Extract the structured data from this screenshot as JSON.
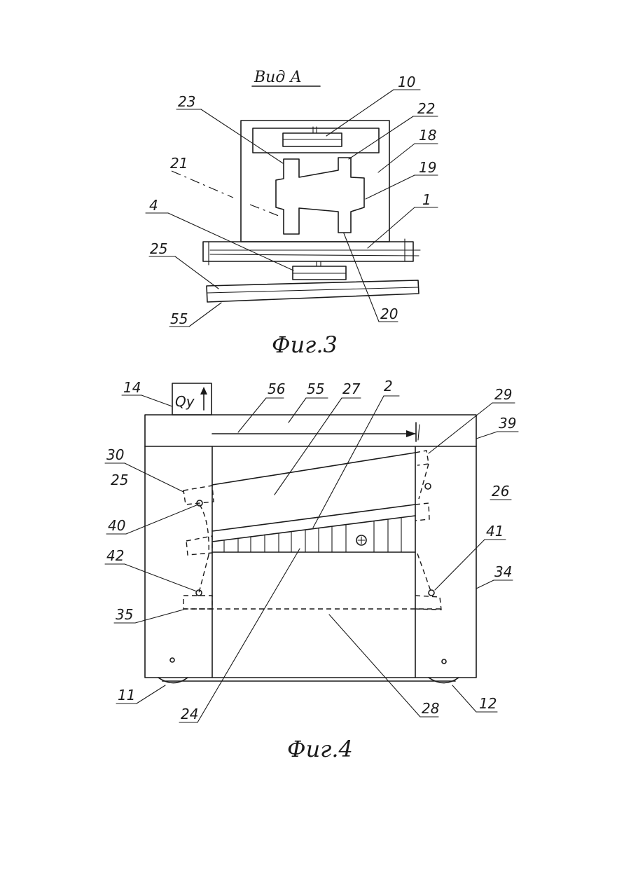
{
  "fig3": {
    "view_title": "Вид А",
    "caption": "Фиг.3",
    "labels": {
      "l10": "10",
      "l22": "22",
      "l23": "23",
      "l18": "18",
      "l21": "21",
      "l19": "19",
      "l4": "4",
      "l1": "1",
      "l25": "25",
      "l55": "55",
      "l20": "20"
    }
  },
  "fig4": {
    "caption": "Фиг.4",
    "sensor_box": "Qу",
    "labels": {
      "l14": "14",
      "l56": "56",
      "l55": "55",
      "l27": "27",
      "l2": "2",
      "l29": "29",
      "l39": "39",
      "l30": "30",
      "l25": "25",
      "l26": "26",
      "l40": "40",
      "l41": "41",
      "l42": "42",
      "l34": "34",
      "l35": "35",
      "l11": "11",
      "l12": "12",
      "l24": "24",
      "l28": "28"
    }
  }
}
